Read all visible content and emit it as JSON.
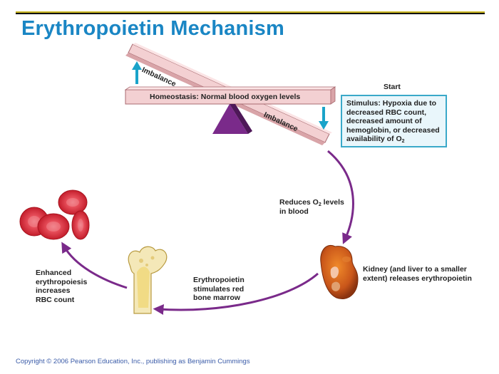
{
  "title": "Erythropoietin Mechanism",
  "seesaw": {
    "top_bar_label": "Imbalance",
    "middle_bar_label": "Homeostasis: Normal blood oxygen levels",
    "lower_bar_label": "Imbalance"
  },
  "start_label": "Start",
  "stimulus": {
    "lines": [
      "Stimulus: Hypoxia due to",
      "decreased RBC count,",
      "decreased amount of",
      "hemoglobin, or decreased"
    ],
    "last_line_prefix": "availability of O",
    "last_line_sub": "2"
  },
  "reduces": {
    "line1_prefix": "Reduces O",
    "line1_sub": "2",
    "line1_suffix": " levels",
    "line2": "in blood"
  },
  "kidney_label": [
    "Kidney (and liver to a smaller",
    "extent) releases erythropoietin"
  ],
  "marrow_label": [
    "Erythropoietin",
    "stimulates red",
    "bone marrow"
  ],
  "rbc_label": [
    "Enhanced",
    "erythropoiesis",
    "increases",
    "RBC count"
  ],
  "copyright": "Copyright © 2006 Pearson Education, Inc., publishing as Benjamin Cummings",
  "colors": {
    "title": "#1a86c4",
    "arrow": "#7a2a8a",
    "bar": "#f3d0d2",
    "fulcrum": "#7a2a8a",
    "cyan_arrow": "#1aa3c9"
  }
}
